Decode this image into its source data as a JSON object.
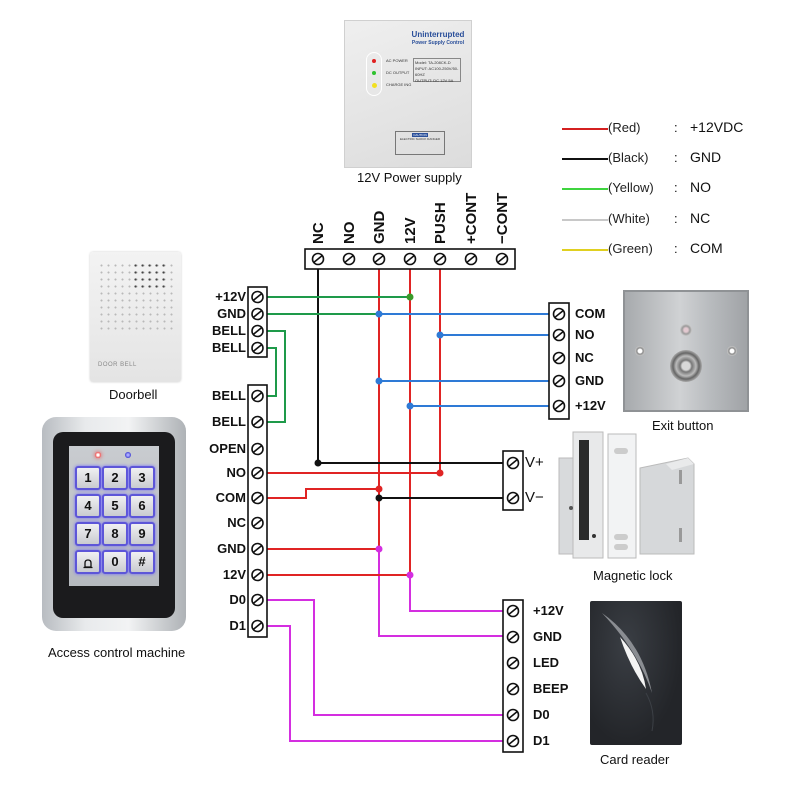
{
  "power_supply": {
    "caption": "12V Power supply",
    "title_line1": "Uninterrupted",
    "title_line2": "Power Supply Control",
    "led_labels": [
      "AC POWER",
      "DC OUTPUT",
      "CHARGE ING"
    ],
    "led_colors": [
      "#e02020",
      "#2ec22e",
      "#f2e020"
    ],
    "spec_lines": [
      "Model: TA-208CK-D",
      "INPUT: AC100-250V/50-60HZ",
      "OUTPUT: DC 12V 5A"
    ],
    "caution_title": "CAUTION",
    "caution_sub": "ELECTRIC SHOCK DANGER",
    "terminals": [
      "NC",
      "NO",
      "GND",
      "12V",
      "PUSH",
      "+CONT",
      "−CONT"
    ]
  },
  "legend": {
    "items": [
      {
        "color_name": "(Red)",
        "meaning": "+12VDC",
        "swatch": "#d42020"
      },
      {
        "color_name": "(Black)",
        "meaning": "GND",
        "swatch": "#111111"
      },
      {
        "color_name": "(Yellow)",
        "meaning": "NO",
        "swatch": "#3fd43f"
      },
      {
        "color_name": "(White)",
        "meaning": "NC",
        "swatch": "#c8c8c8"
      },
      {
        "color_name": "(Green)",
        "meaning": "COM",
        "swatch": "#e0d020"
      }
    ],
    "separator": ":"
  },
  "doorbell": {
    "caption": "Doorbell",
    "device_text": "DOOR BELL",
    "terminals": [
      "+12V",
      "GND",
      "BELL",
      "BELL"
    ]
  },
  "access_control": {
    "caption": "Access control machine",
    "keys": [
      "1",
      "2",
      "3",
      "4",
      "5",
      "6",
      "7",
      "8",
      "9",
      "bell",
      "0",
      "#"
    ],
    "bell_key_icon": "bell-icon",
    "terminals": [
      "BELL",
      "BELL",
      "OPEN",
      "NO",
      "COM",
      "NC",
      "GND",
      "12V",
      "D0",
      "D1"
    ]
  },
  "exit_button": {
    "caption": "Exit button",
    "terminals": [
      "COM",
      "NO",
      "NC",
      "GND",
      "+12V"
    ]
  },
  "magnetic_lock": {
    "caption": "Magnetic lock",
    "terminals": [
      "V+",
      "V−"
    ]
  },
  "card_reader": {
    "caption": "Card reader",
    "terminals": [
      "+12V",
      "GND",
      "LED",
      "BEEP",
      "D0",
      "D1"
    ]
  },
  "wire_colors": {
    "power": "#e02424",
    "ground": "#111111",
    "doorbell": "#1e9a4a",
    "exit": "#2e7ad6",
    "data": "#d42ee0"
  }
}
